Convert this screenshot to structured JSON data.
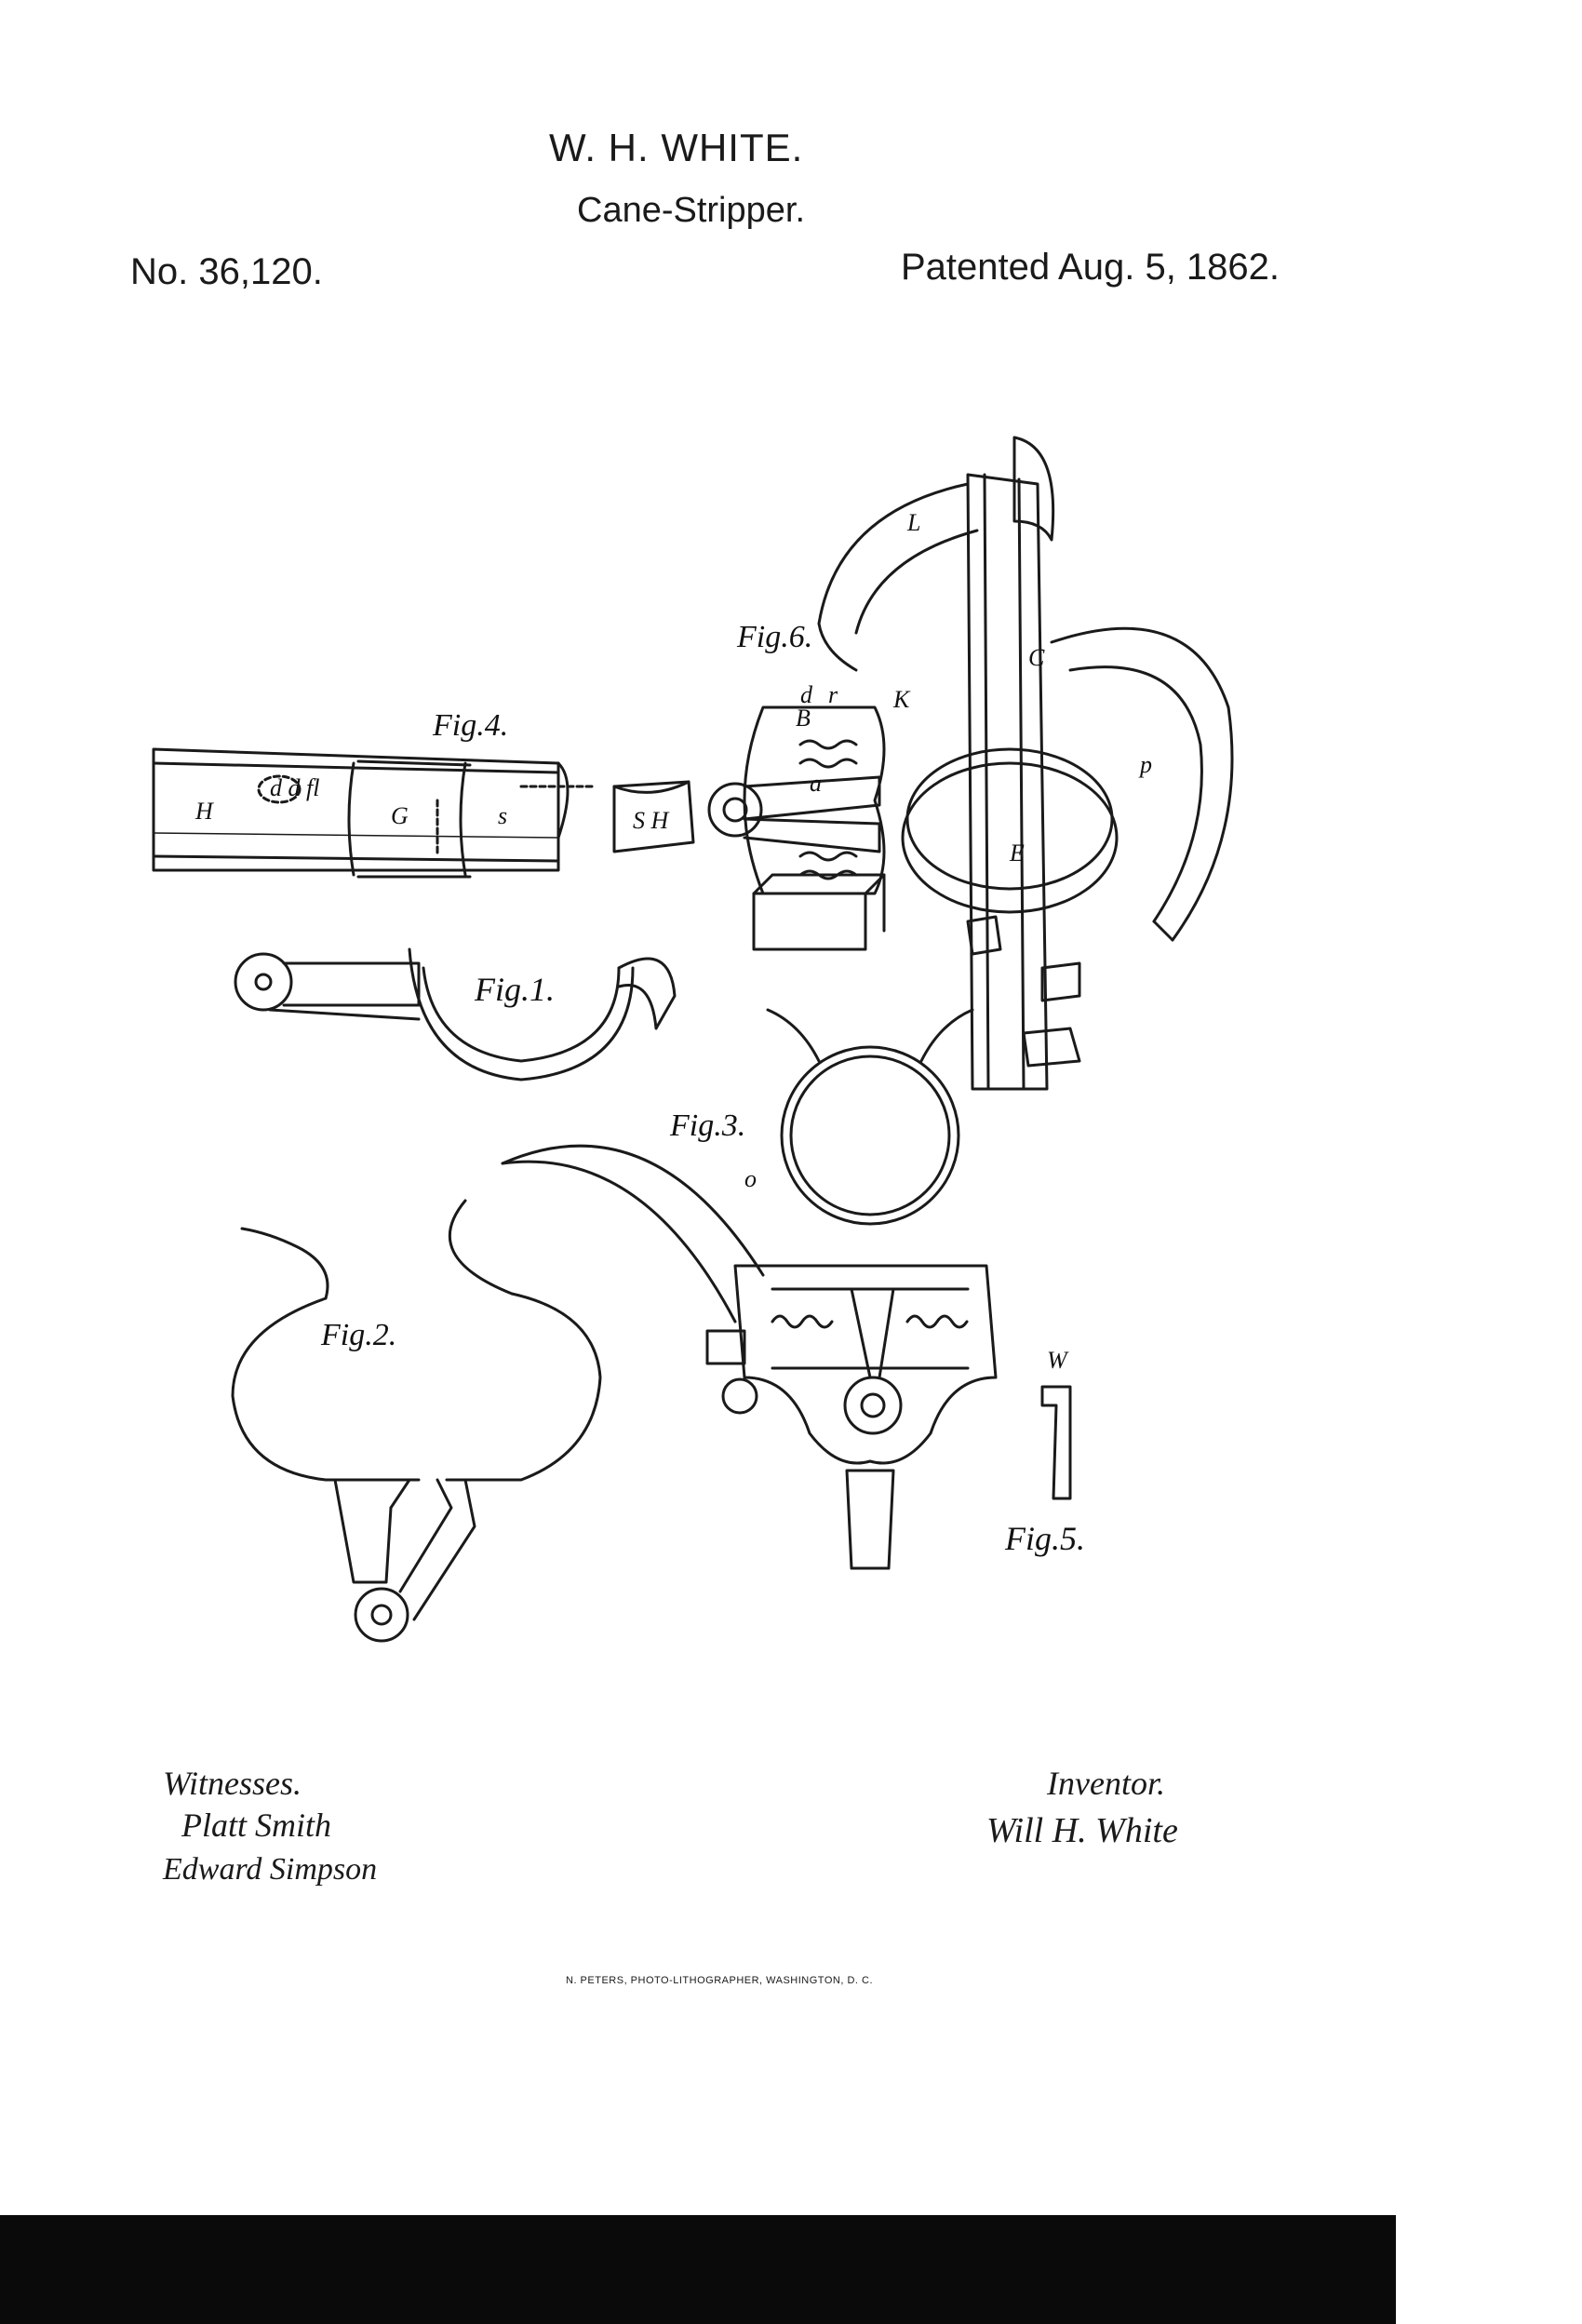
{
  "header": {
    "inventor_name": "W. H. WHITE.",
    "invention_title": "Cane-Stripper.",
    "patent_number": "No. 36,120.",
    "patent_date": "Patented Aug. 5, 1862."
  },
  "figures": {
    "fig1": "Fig.1.",
    "fig2": "Fig.2.",
    "fig3": "Fig.3.",
    "fig4": "Fig.4.",
    "fig5": "Fig.5.",
    "fig6": "Fig.6."
  },
  "part_letters": {
    "a": "a",
    "B": "B",
    "C": "C",
    "d": "d",
    "E": "E",
    "G": "G",
    "H": "H",
    "K": "K",
    "L": "L",
    "o": "o",
    "p": "p",
    "s": "s",
    "r": "r",
    "w": "W",
    "SH": "S H",
    "dd_fl": "d d fl"
  },
  "footer": {
    "witnesses_label": "Witnesses.",
    "witness_1": "Platt Smith",
    "witness_2": "Edward Simpson",
    "inventor_label": "Inventor.",
    "inventor_signature": "Will H. White",
    "printer_credit": "N. PETERS, PHOTO-LITHOGRAPHER, WASHINGTON, D. C."
  }
}
